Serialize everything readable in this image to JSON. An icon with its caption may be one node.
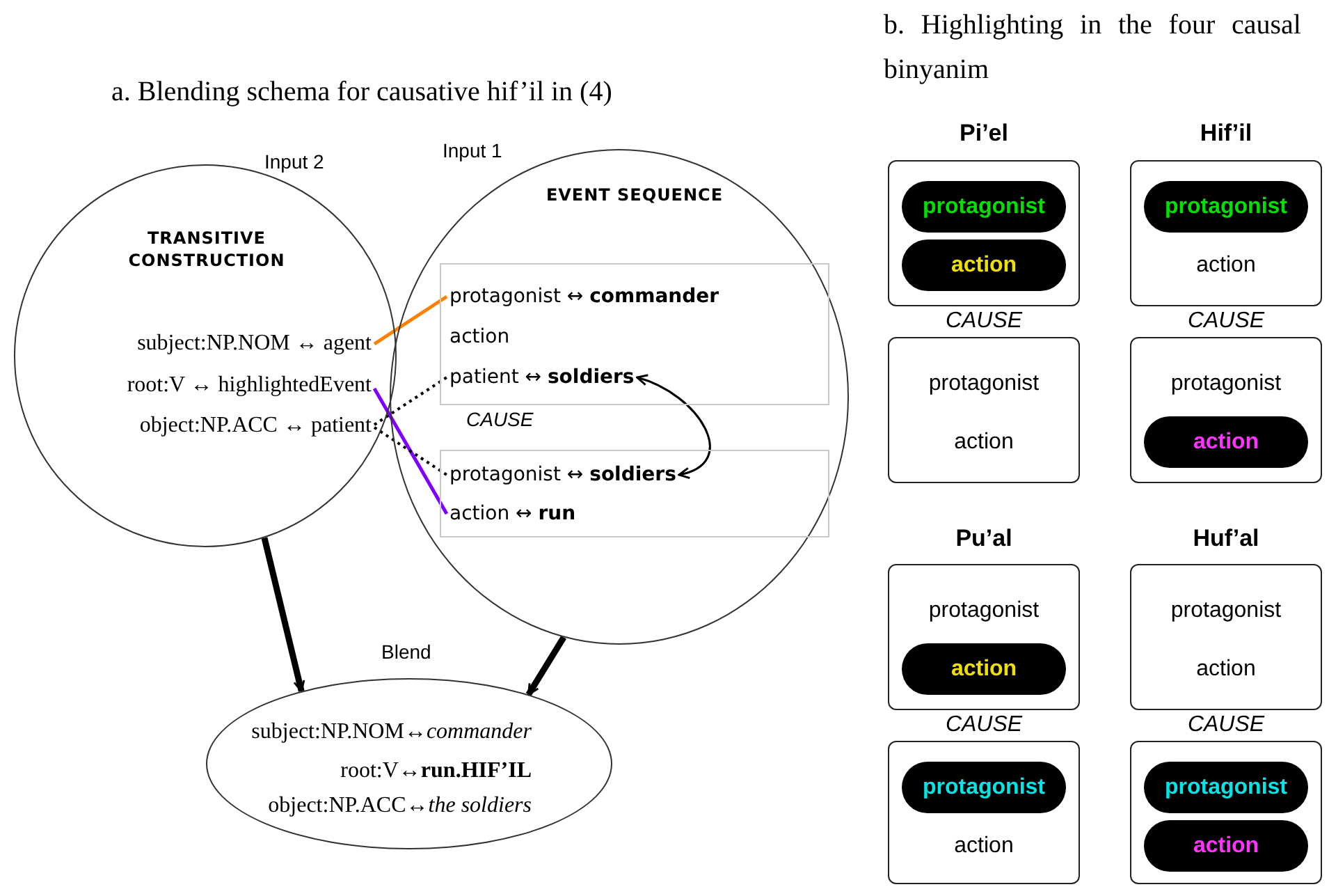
{
  "diagram": {
    "nodes": [
      {
        "text": [
          "TRANSITIVE CONSTRUCTION"
        ]
      },
      {
        "text": [
          "subject:NP.NOM ↔ agent"
        ],
        "in": 0
      },
      {
        "text": [
          "root:V ↔ highlightedEvent"
        ],
        "in": 0
      },
      {
        "text": [
          "object:NP.ACC ↔ patient"
        ],
        "in": 0
      },
      {
        "text": [
          "EVENT SEQUENCE"
        ]
      },
      {
        "text": [],
        "shape": "box",
        "in": 4
      },
      {
        "text": [
          "protagonist ↔ **commander**"
        ],
        "in": 5
      },
      {
        "text": [
          "action"
        ],
        "in": 5
      },
      {
        "text": [
          "patient ↔ **soldiers**"
        ],
        "in": 5
      },
      {
        "text": [],
        "shape": "box",
        "in": 4
      },
      {
        "text": [
          "protagonist ↔ **soldiers**"
        ],
        "in": 9
      },
      {
        "text": [
          "action ↔ **run**"
        ],
        "in": 9
      },
      {
        "text": [
          "subject:NP.NOM↔*commander*",
          "root:V↔**run.HIF’IL**",
          "object:NP.ACC↔*the soldiers*"
        ]
      },
      {
        "text": [],
        "shape": "box"
      },
      {
        "text": [
          "protagonist"
        ],
        "in": 13
      },
      {
        "text": [
          "action"
        ],
        "in": 13
      },
      {
        "text": [
          "protagonist",
          "action"
        ]
      },
      {
        "text": [
          "action"
        ]
      },
      {
        "text": [
          "protagonist"
        ],
        "in": 17
      },
      {
        "text": [
          "protagonist"
        ]
      },
      {
        "text": [
          "action"
        ],
        "in": 19
      },
      {
        "text": [
          "protagonist"
        ]
      },
      {
        "text": [
          "action"
        ],
        "in": 21
      },
      {
        "text": [
          "action"
        ]
      },
      {
        "text": [
          "protagonist"
        ],
        "in": 23
      },
      {
        "text": [
          "protagonist",
          "action"
        ]
      },
      {
        "text": [],
        "shape": "box"
      },
      {
        "text": [
          "protagonist"
        ],
        "in": 26
      },
      {
        "text": [
          "action"
        ],
        "in": 26
      }
    ],
    "edges": [
      {
        "from": 1,
        "to": 6,
        "arrow": "none",
        "color": "#ff8000"
      },
      {
        "from": 2,
        "to": 11,
        "arrow": "none",
        "color": "#8000ff"
      },
      {
        "from": 3,
        "to": 8,
        "arrow": "none",
        "style": "dashed"
      },
      {
        "from": 3,
        "to": 10,
        "arrow": "none",
        "style": "dashed"
      },
      {
        "from": 8,
        "to": 10,
        "arrow": "both"
      },
      {
        "from": 0,
        "to": 12,
        "arrow": "to",
        "style": "thick"
      },
      {
        "from": 4,
        "to": 12,
        "arrow": "to",
        "style": "thick"
      }
    ],
    "labels": [
      "a. Blending schema for causative hif’il in (4)",
      "b. Highlighting in the four causal binyanim",
      "Input 2",
      "Input 1",
      "CAUSE",
      "Blend",
      "Pi’el",
      "Hif’il",
      "CAUSE",
      "CAUSE",
      "Pu’al",
      "Huf’al",
      "CAUSE",
      "CAUSE"
    ]
  }
}
